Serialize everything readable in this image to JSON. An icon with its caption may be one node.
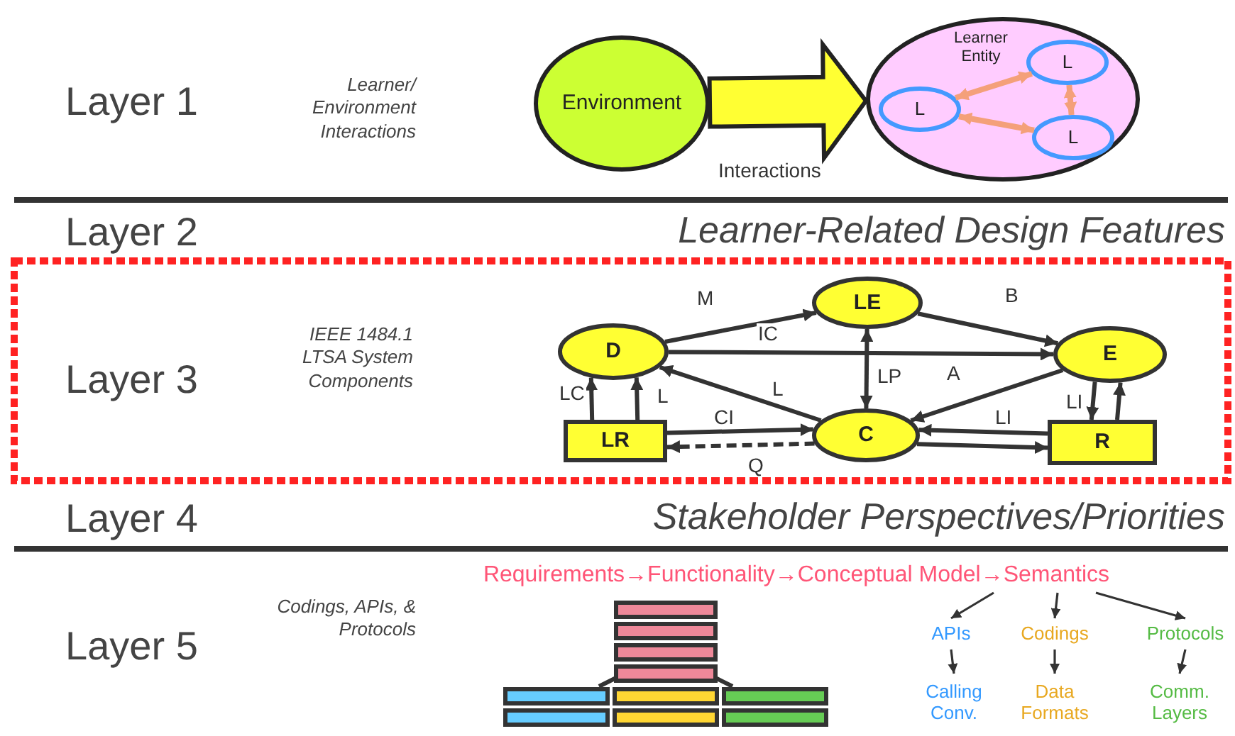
{
  "diagram": {
    "nodes": [
      {
        "text": [
          "Environment"
        ]
      },
      {
        "text": [
          "Learner Entity"
        ]
      },
      {
        "text": [
          "L"
        ],
        "in": 1
      },
      {
        "text": [
          "L"
        ],
        "in": 1
      },
      {
        "text": [
          "L"
        ],
        "in": 1
      },
      {
        "text": [
          "D"
        ]
      },
      {
        "text": [
          "LE"
        ]
      },
      {
        "text": [
          "E"
        ]
      },
      {
        "text": [
          "LR"
        ]
      },
      {
        "text": [
          "C"
        ]
      },
      {
        "text": [
          "R"
        ]
      },
      {
        "text": [
          "Requirements→Functionality→Conceptual Model→Semantics"
        ]
      },
      {
        "text": [
          "APIs"
        ]
      },
      {
        "text": [
          "Codings"
        ]
      },
      {
        "text": [
          "Protocols"
        ]
      },
      {
        "text": [
          "Calling Conv."
        ]
      },
      {
        "text": [
          "Data Formats"
        ]
      },
      {
        "text": [
          "Comm. Layers"
        ]
      }
    ],
    "edges": [
      {
        "from": 0,
        "to": 1,
        "arrow": "to",
        "label": "Interactions",
        "style": "thick"
      },
      {
        "from": 2,
        "to": 3,
        "arrow": "both",
        "color": "#f4a07a"
      },
      {
        "from": 2,
        "to": 4,
        "arrow": "both",
        "color": "#f4a07a"
      },
      {
        "from": 3,
        "to": 4,
        "arrow": "both",
        "color": "#f4a07a"
      },
      {
        "from": 5,
        "to": 6,
        "arrow": "to",
        "label": "M"
      },
      {
        "from": 6,
        "to": 7,
        "arrow": "to",
        "label": "B"
      },
      {
        "from": 5,
        "to": 7,
        "arrow": "to",
        "label": "IC"
      },
      {
        "from": 6,
        "to": 9,
        "arrow": "both",
        "label": "LP"
      },
      {
        "from": 9,
        "to": 5,
        "arrow": "to",
        "label": "L"
      },
      {
        "from": 7,
        "to": 9,
        "arrow": "to",
        "label": "A"
      },
      {
        "from": 8,
        "to": 5,
        "arrow": "to",
        "label": "LC"
      },
      {
        "from": 8,
        "to": 5,
        "arrow": "to",
        "label": "L"
      },
      {
        "from": 8,
        "to": 9,
        "arrow": "to",
        "label": "CI"
      },
      {
        "from": 9,
        "to": 8,
        "arrow": "to",
        "label": "Q",
        "style": "dashed"
      },
      {
        "from": 10,
        "to": 9,
        "arrow": "to",
        "label": "LI"
      },
      {
        "from": 9,
        "to": 10,
        "arrow": "to"
      },
      {
        "from": 7,
        "to": 10,
        "arrow": "to",
        "label": "LI"
      },
      {
        "from": 10,
        "to": 7,
        "arrow": "to"
      },
      {
        "from": 11,
        "to": 12,
        "arrow": "to"
      },
      {
        "from": 11,
        "to": 13,
        "arrow": "to"
      },
      {
        "from": 11,
        "to": 14,
        "arrow": "to"
      },
      {
        "from": 12,
        "to": 15,
        "arrow": "to"
      },
      {
        "from": 13,
        "to": 16,
        "arrow": "to"
      },
      {
        "from": 14,
        "to": 17,
        "arrow": "to"
      }
    ],
    "labels": [
      "Layer 1",
      "Learner/ Environment Interactions",
      "Layer 2",
      "Learner-Related Design Features",
      "Layer 3",
      "IEEE 1484.1 LTSA System Components",
      "Layer 4",
      "Stakeholder Perspectives/Priorities",
      "Layer 5",
      "Codings, APIs, & Protocols"
    ]
  }
}
